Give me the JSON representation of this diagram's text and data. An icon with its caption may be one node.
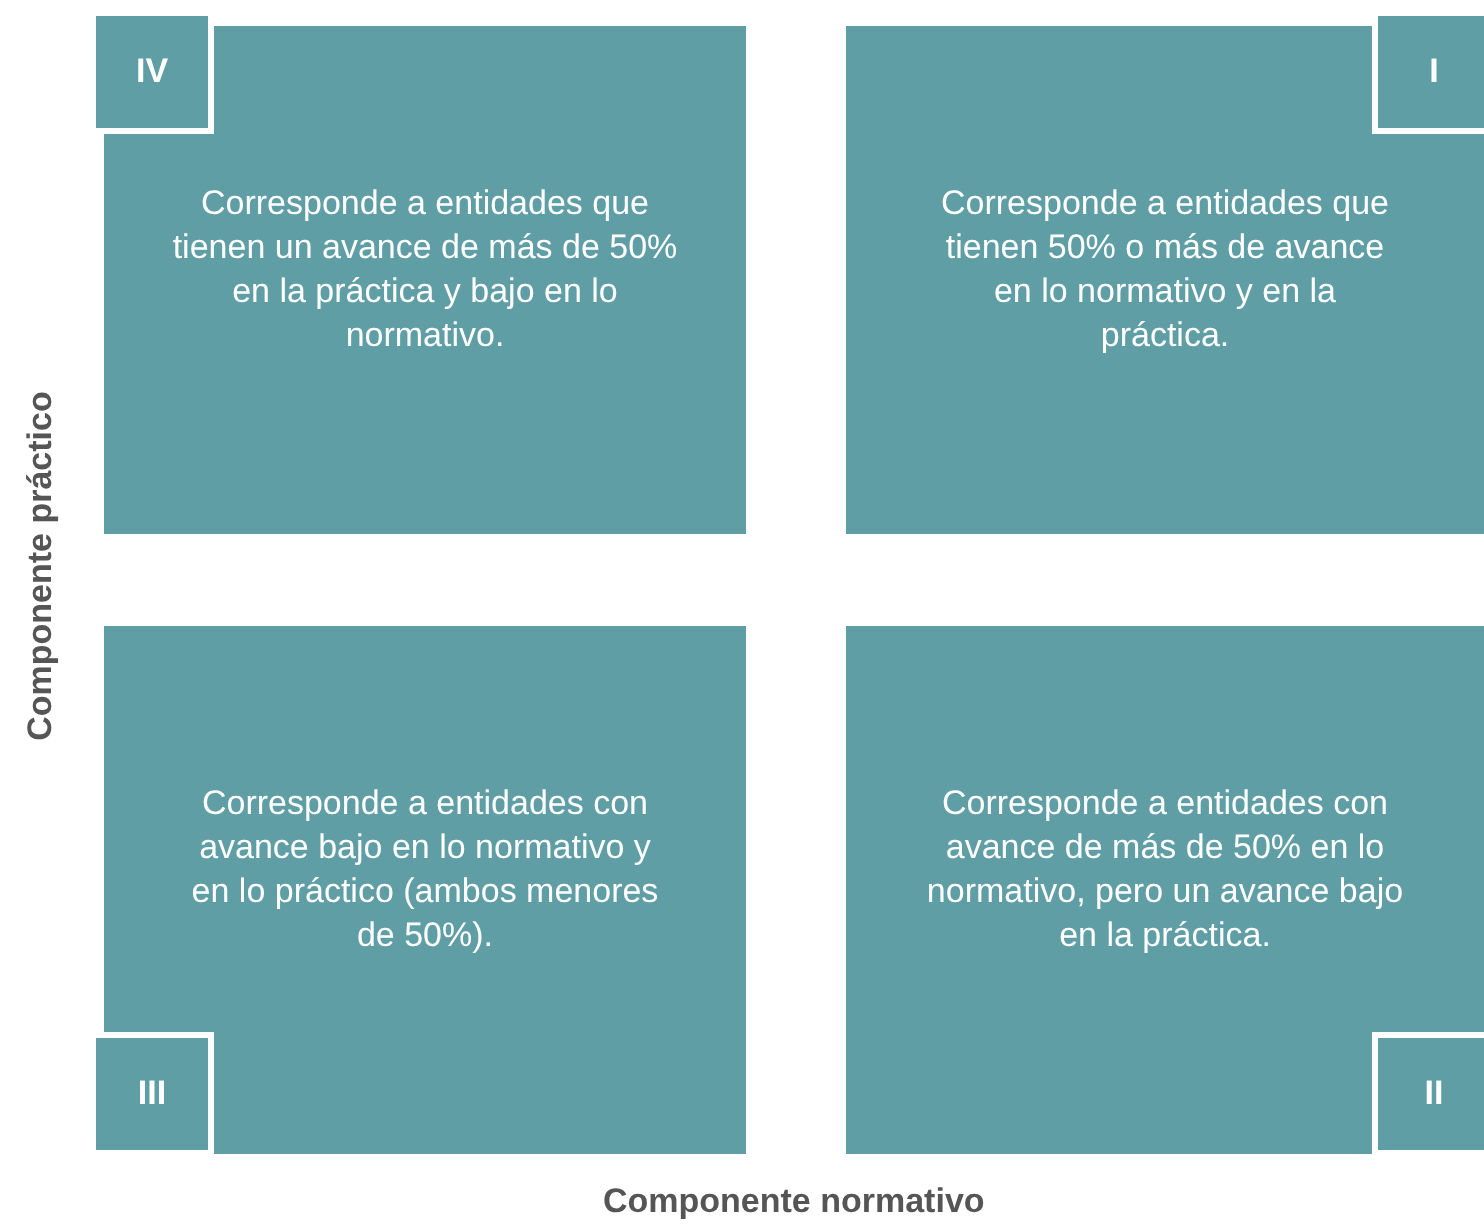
{
  "diagram": {
    "nodes": [
      {
        "text": [
          "Corresponde a entidades que tienen un avance de más de 50% en la práctica y bajo en lo normativo."
        ]
      },
      {
        "text": [
          "IV"
        ],
        "in": 0
      },
      {
        "text": [
          "Corresponde a entidades que tienen 50% o más de avance en lo normativo y en la práctica."
        ]
      },
      {
        "text": [
          "I"
        ],
        "in": 2
      },
      {
        "text": [
          "Corresponde a entidades con avance bajo en lo normativo y en lo práctico (ambos menores de 50%)."
        ]
      },
      {
        "text": [
          "III"
        ],
        "in": 4
      },
      {
        "text": [
          "Corresponde a entidades con avance de más de 50% en lo normativo, pero un avance bajo en la práctica."
        ]
      },
      {
        "text": [
          "II"
        ],
        "in": 6
      }
    ],
    "edges": [],
    "labels": [
      "Componente práctico",
      "Componente normativo"
    ]
  }
}
